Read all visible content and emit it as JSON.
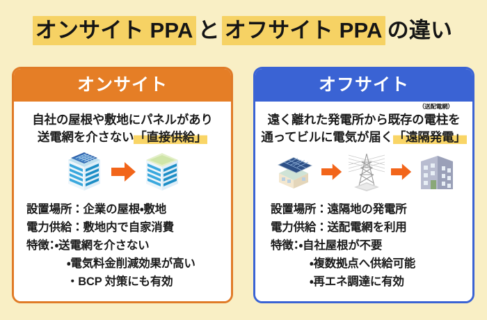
{
  "title": {
    "segment_1": "オンサイト PPA",
    "connector": "と",
    "segment_2": "オフサイト PPA",
    "suffix": "の違い",
    "highlight_color": "#f6d264"
  },
  "panels": {
    "onsite": {
      "heading": "オンサイト",
      "accent_color": "#e57e26",
      "border_color": "#e07b27",
      "lead_line_1": "自社の屋根や敷地にパネルがあり",
      "lead_line_2_plain": "送電網を介さない",
      "lead_line_2_highlight": "「直接供給」",
      "illustration": [
        "solar-panel-building-icon",
        "orange-arrow-icon",
        "office-building-icon"
      ],
      "specs": [
        "設置場所：企業の屋根・敷地",
        "電力供給：敷地内で自家消費",
        "特徴：・送電網を介さない"
      ],
      "extra_features": [
        "・電気料金削減効果が高い",
        "・BCP 対策にも有効"
      ]
    },
    "offsite": {
      "heading": "オフサイト",
      "accent_color": "#3a63d4",
      "border_color": "#3a63d4",
      "lead_line_1_a": "遠く離れた発電所から既存の",
      "lead_line_1_ruby_base": "電柱",
      "lead_line_1_ruby": "（送配電網）",
      "lead_line_1_b": "を",
      "lead_line_2_plain": "通ってビルに電気が届く",
      "lead_line_2_highlight": "「遠隔発電」",
      "illustration": [
        "solar-farm-icon",
        "orange-arrow-icon",
        "transmission-tower-icon",
        "orange-arrow-icon",
        "office-building-icon"
      ],
      "specs": [
        "設置場所：遠隔地の発電所",
        "電力供給：送配電網を利用",
        "特徴：・自社屋根が不要"
      ],
      "extra_features": [
        "・複数拠点へ供給可能",
        "・再エネ調達に有効"
      ]
    }
  },
  "colors": {
    "background": "#f9efc5",
    "highlight": "#f6d264",
    "arrow": "#f2651a"
  }
}
